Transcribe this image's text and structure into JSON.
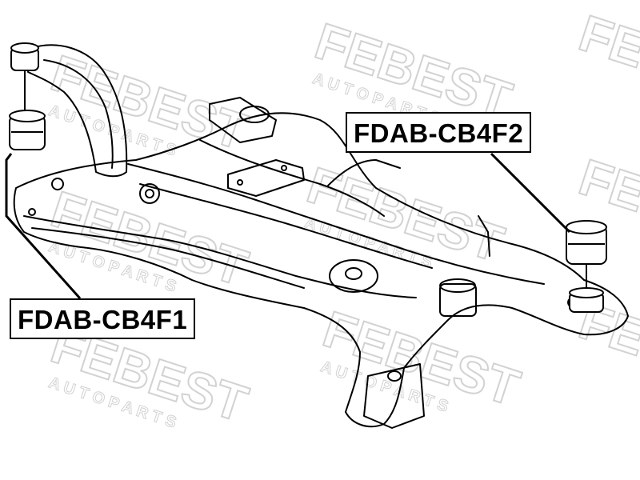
{
  "labels": {
    "part_1": "FDAB-CB4F1",
    "part_2": "FDAB-CB4F2"
  },
  "watermark": {
    "brand": "FEBEST",
    "tagline": "A U T O   P A R T S"
  },
  "colors": {
    "line": "#000000",
    "watermark": "#dcdcdc",
    "background": "#ffffff"
  }
}
